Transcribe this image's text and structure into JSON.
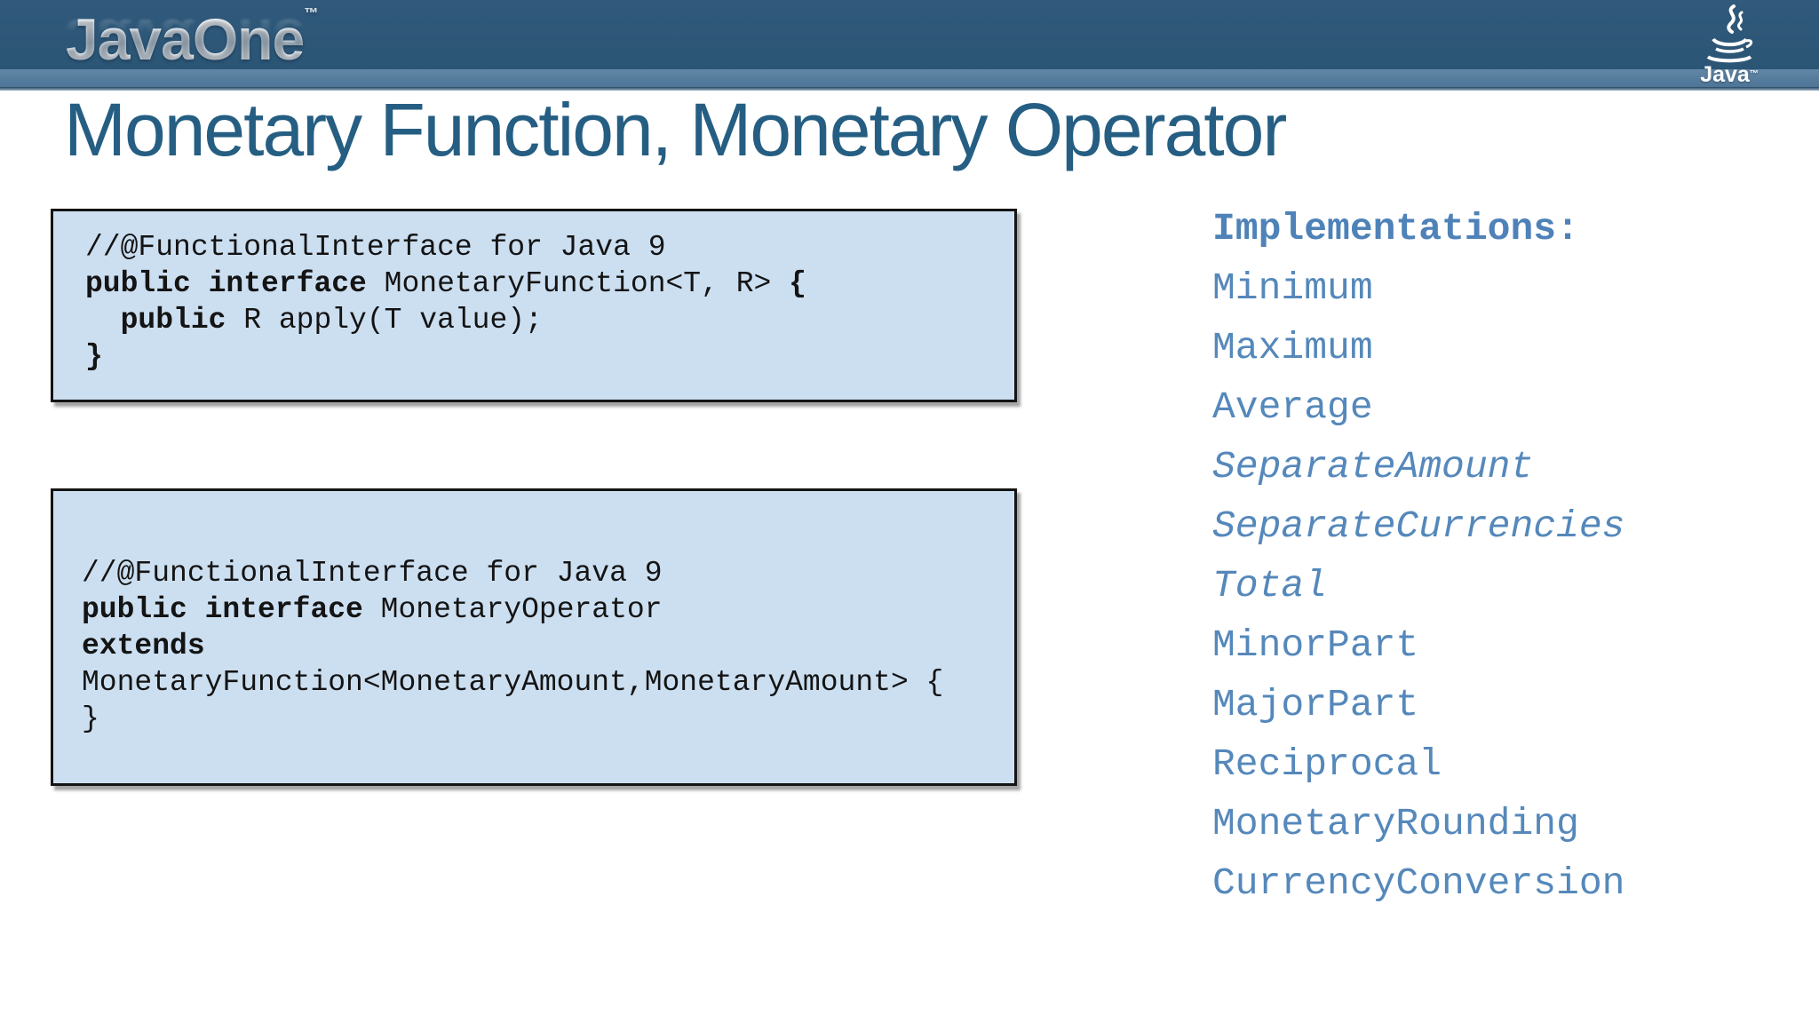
{
  "header": {
    "brand": "JavaOne",
    "brand_tm": "™",
    "java_logo_text": "Java",
    "java_logo_tm": "™",
    "colors": {
      "bar_dark": "#2C5778",
      "bar_light": "#5E82A2",
      "bar_line": "#24455F"
    }
  },
  "title": {
    "text": "Monetary Function, Monetary Operator",
    "color": "#255E82"
  },
  "code_box_1": {
    "l1": "//@FunctionalInterface for Java 9",
    "l2": {
      "s0": "public interface ",
      "s1": "MonetaryFunction<T, R> ",
      "s2": "{"
    },
    "l3": {
      "s0": "  ",
      "s1": "public",
      "s2": " R apply(T value);"
    },
    "l4": "}",
    "bg_color": "#CCDFF1"
  },
  "code_box_2": {
    "l1": "//@FunctionalInterface for Java 9",
    "l2": {
      "s0": "public interface",
      "s1": " MonetaryOperator"
    },
    "l3": "extends",
    "l4": "MonetaryFunction<MonetaryAmount,MonetaryAmount> {",
    "l5": "}",
    "bg_color": "#CCDFF1"
  },
  "implementations": {
    "heading": "Implementations:",
    "color": "#5588BB",
    "items": [
      {
        "label": "Minimum",
        "style": "normal"
      },
      {
        "label": "Maximum",
        "style": "normal"
      },
      {
        "label": "Average",
        "style": "normal"
      },
      {
        "label": "SeparateAmount",
        "style": "italic"
      },
      {
        "label": "SeparateCurrencies",
        "style": "italic"
      },
      {
        "label": "Total",
        "style": "italic"
      },
      {
        "label": "MinorPart",
        "style": "normal"
      },
      {
        "label": "MajorPart",
        "style": "normal"
      },
      {
        "label": "Reciprocal",
        "style": "normal"
      },
      {
        "label": "MonetaryRounding",
        "style": "normal"
      },
      {
        "label": "CurrencyConversion",
        "style": "normal"
      }
    ]
  }
}
